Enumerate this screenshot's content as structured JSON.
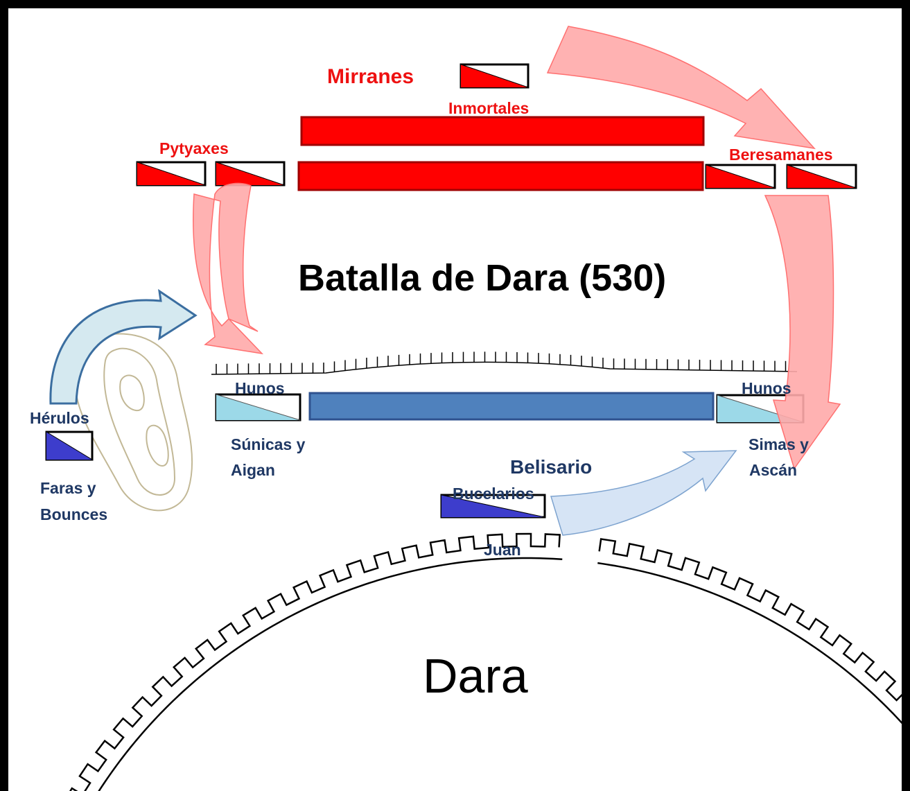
{
  "title": "Batalla de Dara (530)",
  "city": "Dara",
  "colors": {
    "persian": "#ff0000",
    "persian_arrow": "#ffaaaa",
    "byzantine_infantry": "#4f81bd",
    "byzantine_light_cavalry": "#9cd9e8",
    "byzantine_heavy_cavalry": "#3d3dcc",
    "byzantine_arrow": "#d6e4f5",
    "hill_contour": "#c2b896"
  },
  "persian": {
    "commander": "Mirranes",
    "immortals": "Inmortales",
    "left_wing": "Pytyaxes",
    "right_wing": "Beresamanes"
  },
  "byzantine": {
    "commander": "Belisario",
    "left_huns": "Hunos",
    "left_huns_leaders": [
      "Súnicas y",
      "Aigan"
    ],
    "right_huns": "Hunos",
    "right_huns_leaders": [
      "Simas y",
      "Ascán"
    ],
    "heruli": "Hérulos",
    "heruli_leaders": [
      "Faras y",
      "Bounces"
    ],
    "bucellarii": "Bucelarios",
    "bucellarii_leader": "Juan"
  },
  "icons": {
    "cavalry_unit": "diagonal-split-rectangle-icon",
    "infantry_line": "solid-bar-icon",
    "movement_arrow": "curved-arrow-icon",
    "trench": "ditch-tick-line-icon",
    "hill": "contour-hill-icon",
    "walls": "crenellated-wall-icon"
  }
}
